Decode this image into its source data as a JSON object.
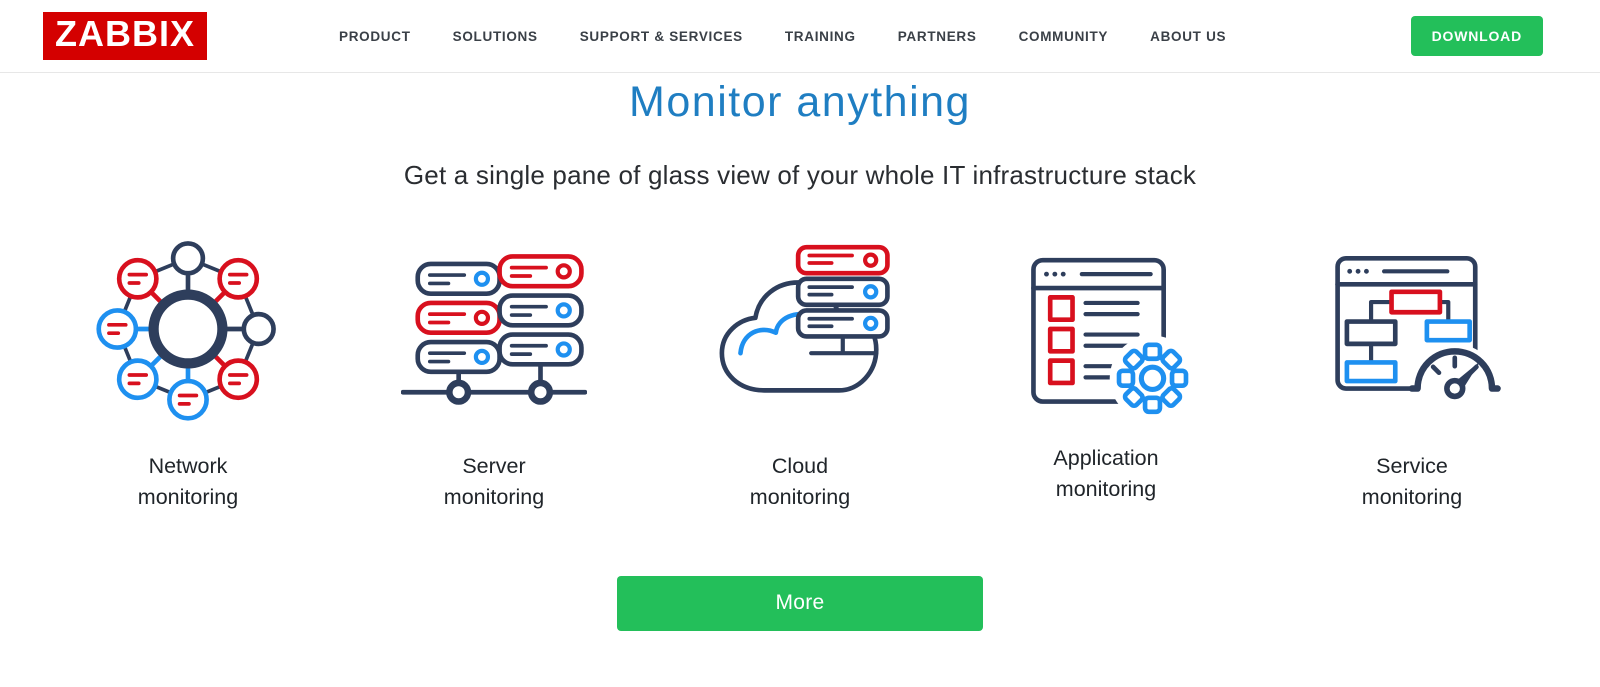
{
  "header": {
    "logo_text": "ZABBIX",
    "nav": [
      {
        "label": "PRODUCT"
      },
      {
        "label": "SOLUTIONS"
      },
      {
        "label": "SUPPORT & SERVICES"
      },
      {
        "label": "TRAINING"
      },
      {
        "label": "PARTNERS"
      },
      {
        "label": "COMMUNITY"
      },
      {
        "label": "ABOUT US"
      }
    ],
    "download_button": "DOWNLOAD"
  },
  "hero": {
    "title": "Monitor anything",
    "subtitle": "Get a single pane of glass view of your whole IT infrastructure stack",
    "more_button": "More",
    "categories": [
      {
        "line1": "Network",
        "line2": "monitoring",
        "icon": "network-monitoring-icon"
      },
      {
        "line1": "Server",
        "line2": "monitoring",
        "icon": "server-monitoring-icon"
      },
      {
        "line1": "Cloud",
        "line2": "monitoring",
        "icon": "cloud-monitoring-icon"
      },
      {
        "line1": "Application",
        "line2": "monitoring",
        "icon": "application-monitoring-icon"
      },
      {
        "line1": "Service",
        "line2": "monitoring",
        "icon": "service-monitoring-icon"
      }
    ]
  },
  "colors": {
    "brand_red": "#d40000",
    "button_green": "#23bf5a",
    "title_blue": "#1f7ec2",
    "icon_navy": "#2e3e5c",
    "icon_blue": "#1e90f0",
    "icon_red": "#d8101e"
  }
}
